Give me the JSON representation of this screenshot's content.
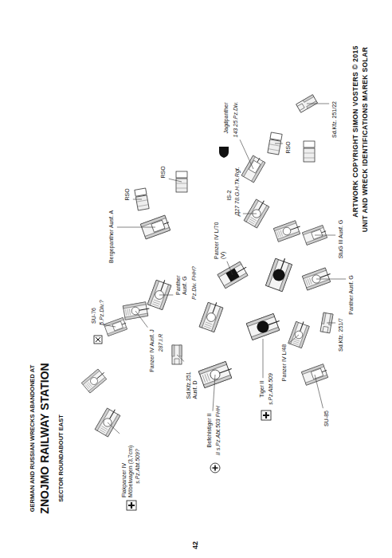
{
  "diagram": {
    "title": "ZNOJMO RAILWAY STATION",
    "labels": [
      "GERMAN AND RUSSIAN WRECKS ABANDONED AT",
      "SECTOR ROUNDABOUT EAST",
      "ARTWORK COPYRIGHT SIMON VOSTERS © 2015",
      "UNIT AND WRECK IDENTIFICATIONS MAREK SOLAR",
      "Flakpanzer IV Möbelwagen (3,7cm)",
      "s.Pz.Abt.509?",
      "SU-76",
      "5.Pz.Div.?",
      "Bergepanther Ausf. A",
      "RSO",
      "RSO",
      "Panzer IV Ausf. J",
      "287.I.R",
      "Sd.Kfz.251 Ausf. D",
      "Panther Ausf. G",
      "Pz.Div. FHH?",
      "Befehlstiger II",
      "II s.Pz.Abt.503 FHH",
      "Panzer IV L/70 (V)",
      "IS-2",
      "Д27 78.G.H.Tk.Rgt.",
      "Jagdpanther",
      "143 25.Pz.Div.",
      "RSO",
      "Tiger II",
      "s.Pz.Abt.509",
      "Panzer IV L/48",
      "SU-85",
      "Sd.Kfz. 251/22",
      "StuG III Ausf. G",
      "Panther Ausf. G",
      "Sd.Kfz. 251/7",
      "42"
    ]
  }
}
